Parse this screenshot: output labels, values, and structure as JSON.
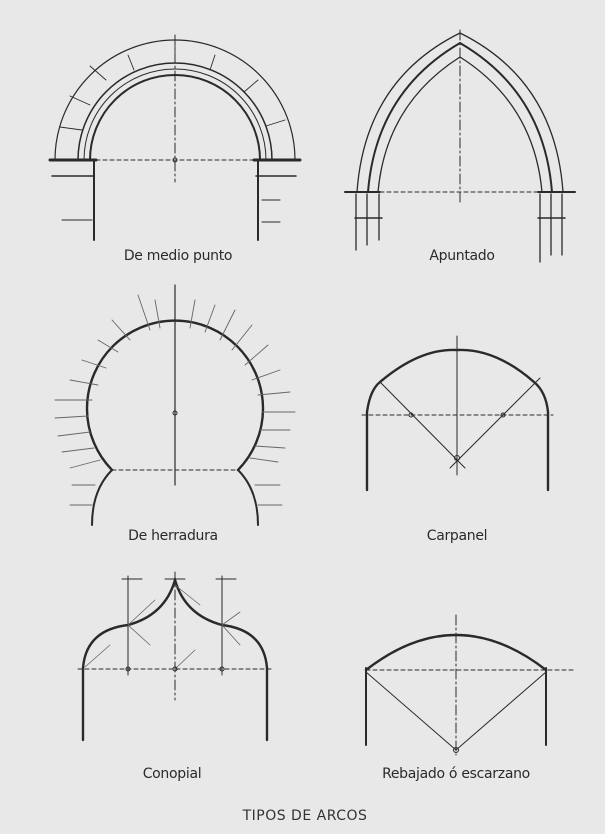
{
  "title": "TIPOS DE ARCOS",
  "arches": [
    {
      "id": "medio-punto",
      "label": "De medio punto"
    },
    {
      "id": "apuntado",
      "label": "Apuntado"
    },
    {
      "id": "herradura",
      "label": "De herradura"
    },
    {
      "id": "carpanel",
      "label": "Carpanel"
    },
    {
      "id": "conopial",
      "label": "Conopial"
    },
    {
      "id": "rebajado",
      "label": "Rebajado ó escarzano"
    }
  ],
  "colors": {
    "paper": "#e8e8e8",
    "ink": "#2a2a2a",
    "construction": "#555555"
  }
}
